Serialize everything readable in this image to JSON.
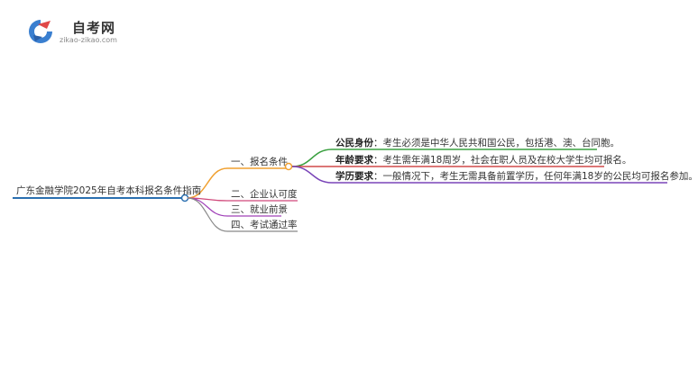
{
  "logo": {
    "title": "自考网",
    "subtitle": "zikao-zikao.com",
    "icon": "graduation-cap-icon"
  },
  "mindmap": {
    "root": "广东金融学院2025年自考本科报名条件指南",
    "branches": [
      {
        "label": "一、报名条件",
        "children": [
          {
            "key": "公民身份",
            "sep": "：",
            "text": "考生必须是中华人民共和国公民，包括港、澳、台同胞。"
          },
          {
            "key": "年龄要求",
            "sep": "：",
            "text": "考生需年满18周岁，社会在职人员及在校大学生均可报名。"
          },
          {
            "key": "学历要求",
            "sep": "：",
            "text": "一般情况下，考生无需具备前置学历，任何年满18岁的公民均可报名参加。"
          }
        ]
      },
      {
        "label": "二、企业认可度"
      },
      {
        "label": "三、就业前景"
      },
      {
        "label": "四、考试通过率"
      }
    ]
  },
  "colors": {
    "root": "#2a6fb0",
    "branch1": "#f0a030",
    "branch2": "#d0487a",
    "branch3": "#a040b8",
    "branch4": "#888888",
    "leaf1": "#3aa040",
    "leaf2": "#d04848",
    "leaf3": "#7a45b8"
  }
}
